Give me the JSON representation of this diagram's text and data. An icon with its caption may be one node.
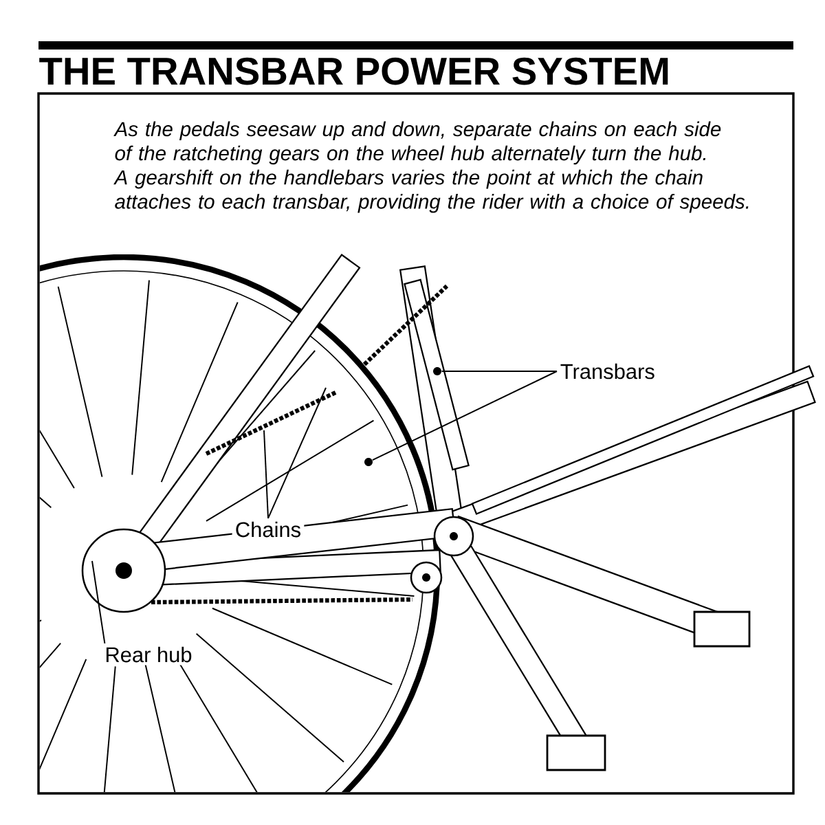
{
  "diagram": {
    "title": "THE TRANSBAR POWER SYSTEM",
    "nodes": [
      {
        "text": [
          "Transbars"
        ]
      },
      {
        "text": [
          "Chains"
        ]
      },
      {
        "text": [
          "Rear hub"
        ]
      },
      {
        "text": [],
        "shape": "circle"
      },
      {
        "text": [],
        "shape": "circle"
      }
    ],
    "edges": [
      {
        "from": 0,
        "to": 3,
        "arrow": "none"
      },
      {
        "from": 0,
        "to": 4,
        "arrow": "none"
      },
      {
        "from": 1,
        "to": null,
        "arrow": "none"
      },
      {
        "from": 1,
        "to": null,
        "arrow": "none"
      },
      {
        "from": 2,
        "to": null,
        "arrow": "none"
      }
    ],
    "labels": [
      "As the pedals seesaw up and down, separate chains on each side of the ratcheting gears on the wheel hub alternately turn the hub. A gearshift on the handlebars varies the point at which the chain attaches to each transbar, providing the rider with a choice of speeds."
    ]
  }
}
